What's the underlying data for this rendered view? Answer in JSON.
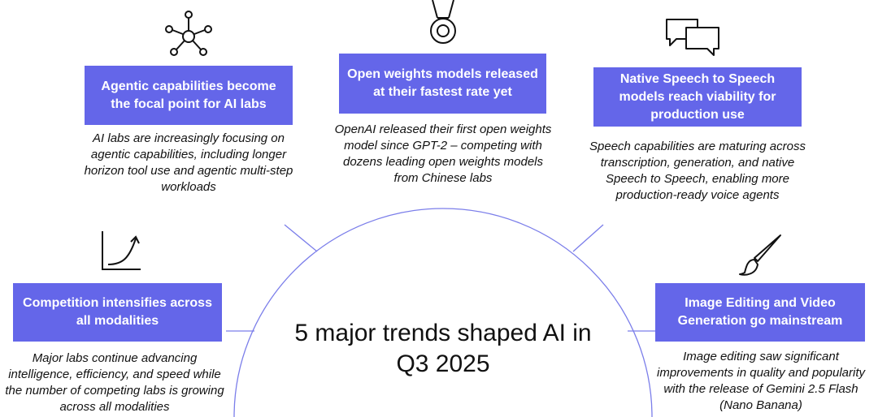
{
  "title": "5 major trends shaped AI in Q3 2025",
  "accent_color": "#6466E9",
  "trends": [
    {
      "icon": "network-icon",
      "heading": "Agentic capabilities become the focal point for AI labs",
      "description": "AI labs are increasingly focusing on agentic capabilities, including longer horizon tool use and agentic multi-step workloads"
    },
    {
      "icon": "medal-icon",
      "heading": "Open weights models released at their fastest rate yet",
      "description": "OpenAI released their first open weights model since GPT-2 – competing with dozens leading open weights models from Chinese labs"
    },
    {
      "icon": "chat-bubbles-icon",
      "heading": "Native Speech to Speech models reach viability for production use",
      "description": "Speech capabilities are maturing across transcription, generation, and native Speech to Speech, enabling more production-ready voice agents"
    },
    {
      "icon": "growth-chart-icon",
      "heading": "Competition intensifies across all modalities",
      "description": "Major labs continue advancing intelligence, efficiency, and speed while the number of competing labs is growing across all modalities"
    },
    {
      "icon": "paintbrush-icon",
      "heading": "Image Editing and Video Generation go mainstream",
      "description": "Image editing saw significant improvements in quality and popularity with the release of Gemini 2.5 Flash (Nano Banana)"
    }
  ]
}
